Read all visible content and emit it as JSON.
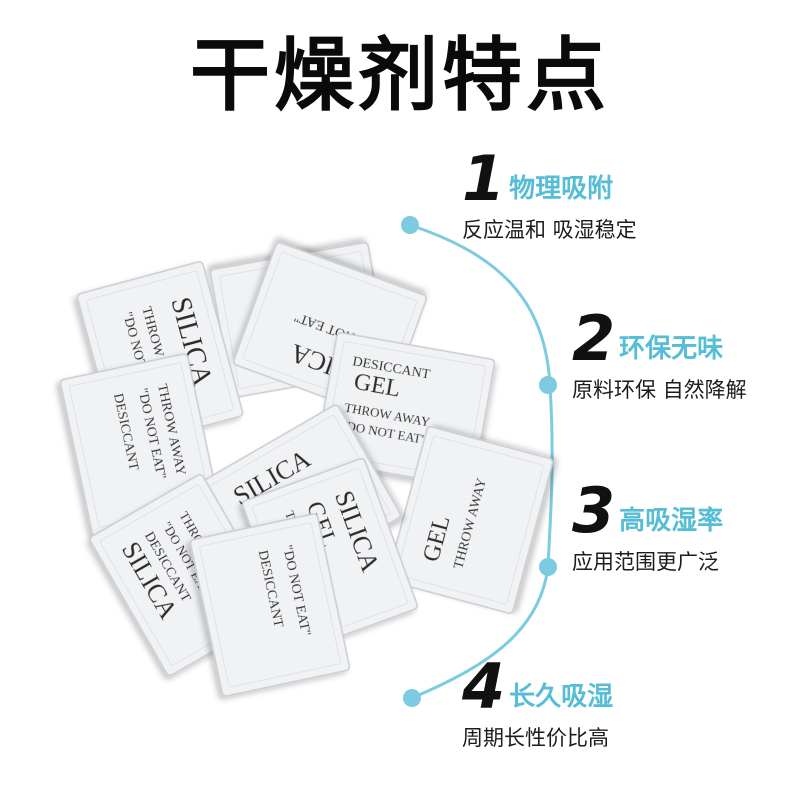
{
  "title": "干燥剂特点",
  "colors": {
    "accent": "#55bdd6",
    "dot": "#7ccbe0",
    "text": "#1c1c1c"
  },
  "features": [
    {
      "number": "1",
      "name": "物理吸附",
      "desc": "反应温和 吸湿稳定"
    },
    {
      "number": "2",
      "name": "环保无味",
      "desc": "原料环保 自然降解"
    },
    {
      "number": "3",
      "name": "高吸湿率",
      "desc": "应用范围更广泛"
    },
    {
      "number": "4",
      "name": "长久吸湿",
      "desc": "周期长性价比高"
    }
  ],
  "packet_text": {
    "silica": "SILICA",
    "gel": "GEL",
    "throw": "THROW AWAY",
    "noteat": "\"DO NOT EAT\"",
    "desiccant": "DESICCANT"
  }
}
